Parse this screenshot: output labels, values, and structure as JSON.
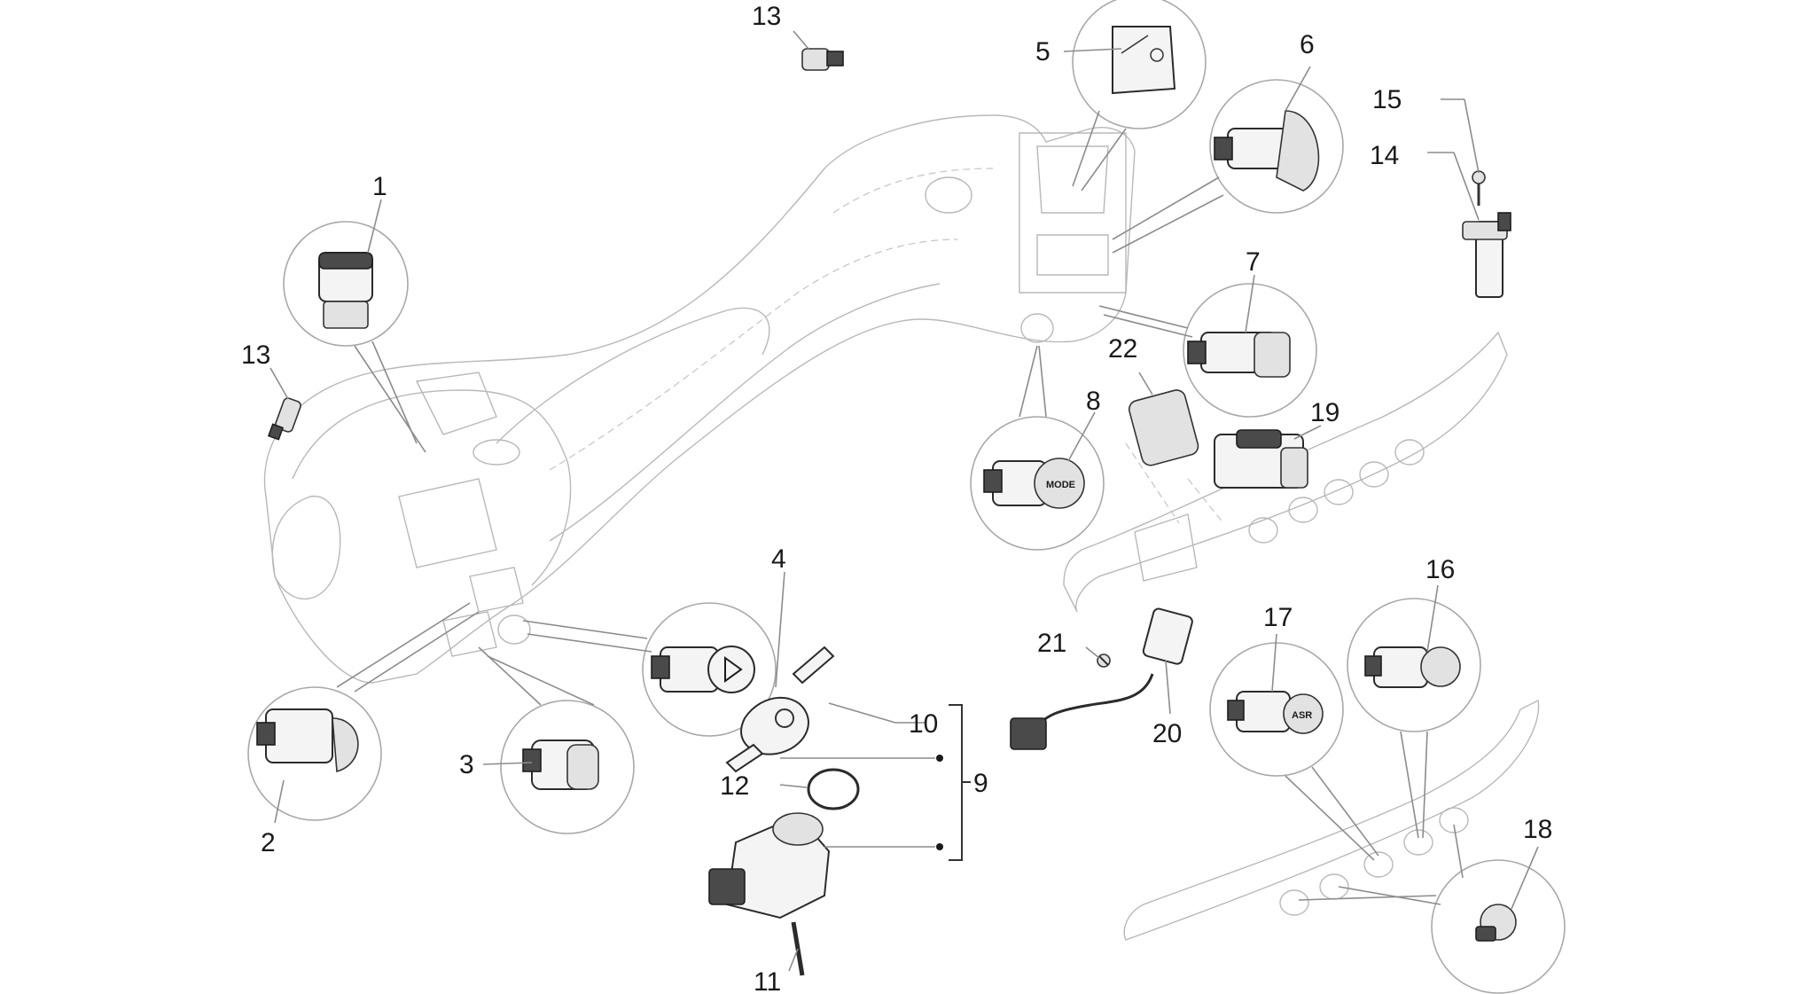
{
  "labels": {
    "p1": "1",
    "p2": "2",
    "p3": "3",
    "p4": "4",
    "p5": "5",
    "p6": "6",
    "p7": "7",
    "p8": "8",
    "p9": "9",
    "p10": "10",
    "p11": "11",
    "p12": "12",
    "p13a": "13",
    "p13b": "13",
    "p14": "14",
    "p15": "15",
    "p16": "16",
    "p17": "17",
    "p18": "18",
    "p19": "19",
    "p20": "20",
    "p21": "21",
    "p22": "22"
  },
  "button_text": {
    "mode": "MODE",
    "asr": "ASR"
  },
  "icons": [
    "hazard-triangle-icon",
    "mode-button-icon",
    "asr-button-icon",
    "headlight-switch-icon"
  ],
  "colors": {
    "line": "#2b2b2b",
    "ghost": "#b8b8b8",
    "callout": "#a8a8a8"
  }
}
